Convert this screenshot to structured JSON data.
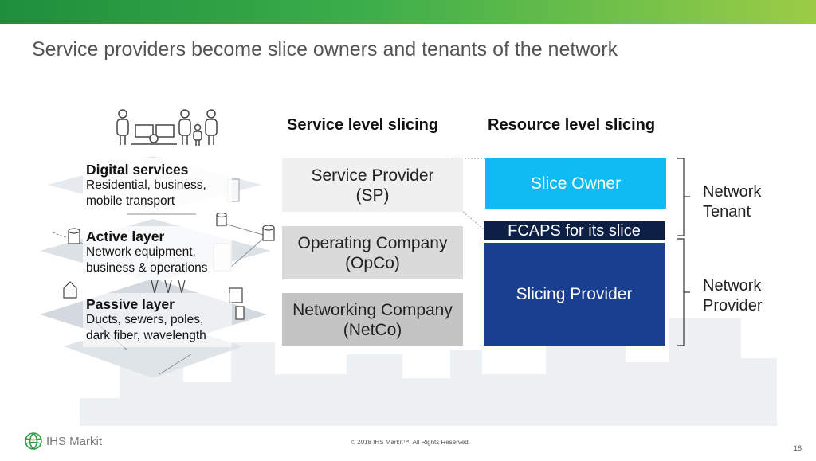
{
  "title": "Service providers become slice owners and tenants of the network",
  "columns": {
    "service": "Service level slicing",
    "resource": "Resource level slicing"
  },
  "layers": [
    {
      "title": "Digital services",
      "desc": "Residential, business,\nmobile transport"
    },
    {
      "title": "Active layer",
      "desc": "Network equipment,\nbusiness & operations"
    },
    {
      "title": "Passive layer",
      "desc": "Ducts, sewers, poles,\ndark fiber, wavelength"
    }
  ],
  "companies": [
    {
      "label": "Service Provider\n(SP)",
      "color": "#f0f0f0"
    },
    {
      "label": "Operating Company\n(OpCo)",
      "color": "#dadada"
    },
    {
      "label": "Networking Company\n(NetCo)",
      "color": "#c4c4c4"
    }
  ],
  "resources": {
    "slice_owner": "Slice Owner",
    "fcaps": "FCAPS for its slice",
    "slicing_provider": "Slicing Provider"
  },
  "roles": {
    "tenant": "Network\nTenant",
    "provider": "Network\nProvider"
  },
  "colors": {
    "slice_owner": "#0fbbf2",
    "fcaps": "#0d1f45",
    "slicing_provider": "#1a3f91",
    "brand_green": "#2e9e44"
  },
  "footer": {
    "logo": "IHS Markit",
    "copyright": "© 2018 IHS Markit™. All Rights Reserved.",
    "page": "18"
  }
}
